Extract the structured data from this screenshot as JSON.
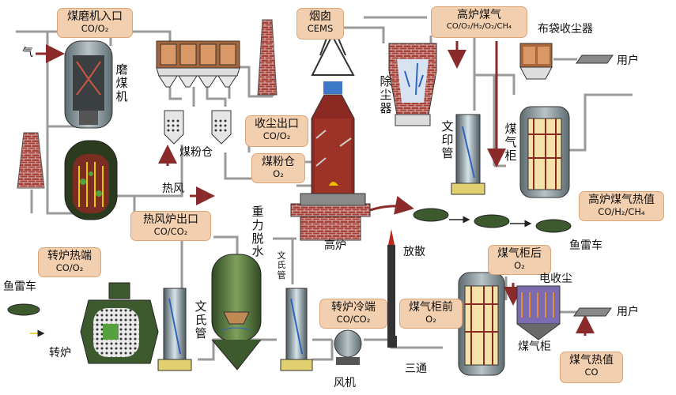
{
  "boxes": {
    "mill_inlet": {
      "title": "煤磨机入口",
      "formula": "CO/O₂"
    },
    "chimney": {
      "title": "烟囱",
      "formula": "CEMS"
    },
    "bf_gas": {
      "title": "高炉煤气",
      "formula": "CO/O₂/H₂/O₂/CH₄"
    },
    "dust_outlet": {
      "title": "收尘出口",
      "formula": "CO/O₂"
    },
    "coal_bin": {
      "title": "煤粉仓",
      "formula": "O₂"
    },
    "hot_stove_outlet": {
      "title": "热风炉出口",
      "formula": "CO/CO₂"
    },
    "converter_hot": {
      "title": "转炉热端",
      "formula": "CO/O₂"
    },
    "bf_gas_heat": {
      "title": "高炉煤气热值",
      "formula": "CO/H₂/CH₄"
    },
    "after_holder": {
      "title": "煤气柜后",
      "formula": "O₂"
    },
    "converter_cold": {
      "title": "转炉冷端",
      "formula": "CO/CO₂"
    },
    "before_holder": {
      "title": "煤气柜前",
      "formula": "O₂"
    },
    "gas_heat": {
      "title": "煤气热值",
      "formula": "CO"
    }
  },
  "labels": {
    "gas": "气",
    "mill": "磨煤机",
    "coal_powder_bin": "煤粉仓",
    "hot_air": "热风",
    "gravity": "重力脱水",
    "venturi1": "文氏管",
    "venturi2": "文氏管",
    "venturi3": "文印管",
    "deduster": "除尘器",
    "bag_filter": "布袋收尘器",
    "user1": "用户",
    "user2": "用户",
    "holder1": "煤气柜",
    "holder2": "煤气柜",
    "blast_furnace": "高炉",
    "torpedo1": "鱼雷车",
    "torpedo2": "鱼雷车",
    "release": "放散",
    "converter": "转炉",
    "fan": "风机",
    "tee": "三通",
    "esp": "电收尘"
  },
  "colors": {
    "box_fill": "#f2cfae",
    "pipe": "#9a9a9a",
    "arrow": "#8b2a2a",
    "brick": "#a8403a",
    "steel": "#6f7f86",
    "vessel_green": "#3d5a2e"
  }
}
